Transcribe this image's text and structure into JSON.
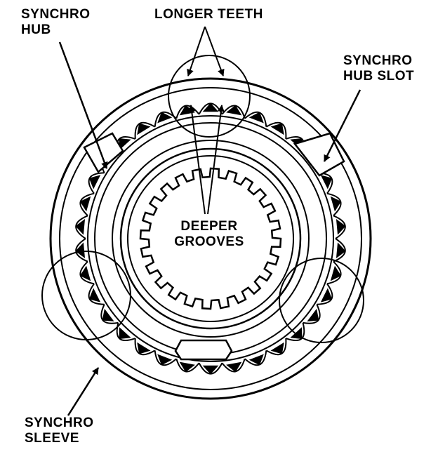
{
  "labels": {
    "synchro_hub": [
      "SYNCHRO",
      "HUB"
    ],
    "longer_teeth": "LONGER TEETH",
    "synchro_hub_slot": [
      "SYNCHRO",
      "HUB SLOT"
    ],
    "deeper_grooves": [
      "DEEPER",
      "GROOVES"
    ],
    "synchro_sleeve": [
      "SYNCHRO",
      "SLEEVE"
    ]
  }
}
